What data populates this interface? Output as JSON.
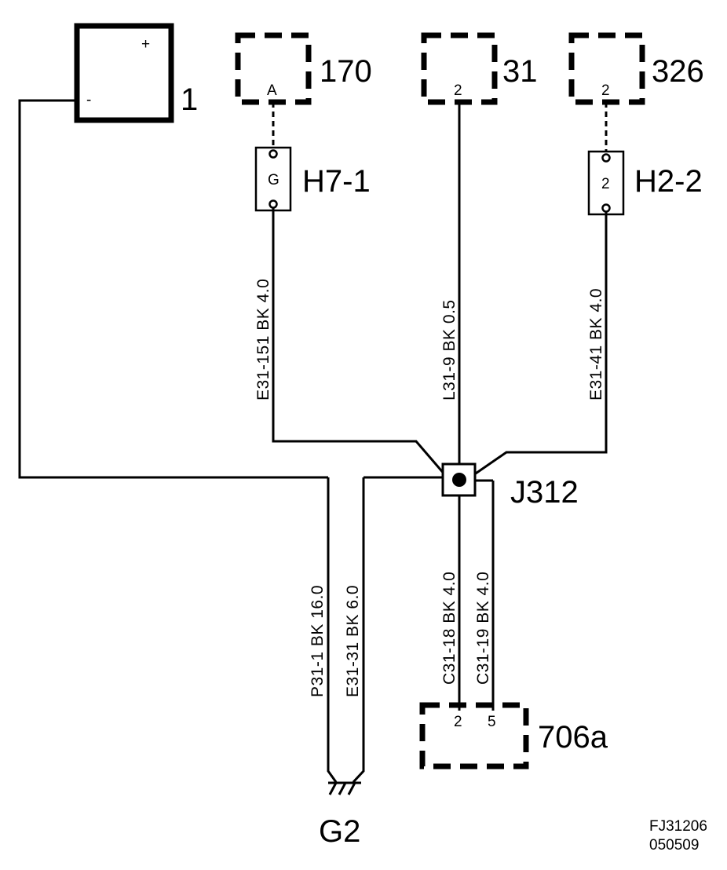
{
  "battery": {
    "id": "1",
    "plus": "+",
    "minus": "-"
  },
  "connectors": {
    "c170": {
      "id": "170",
      "pin": "A"
    },
    "c31": {
      "id": "31",
      "pin": "2"
    },
    "c326": {
      "id": "326",
      "pin": "2"
    },
    "c706a": {
      "id": "706a",
      "pin_a": "2",
      "pin_b": "5"
    }
  },
  "fuses": {
    "h71": {
      "id": "H7-1",
      "letter": "G"
    },
    "h22": {
      "id": "H2-2",
      "letter": "2"
    }
  },
  "splice": {
    "id": "J312"
  },
  "ground": {
    "id": "G2"
  },
  "wires": {
    "w_e31_151": "E31-151 BK 4.0",
    "w_l31_9": "L31-9 BK 0.5",
    "w_e31_41": "E31-41 BK 4.0",
    "w_c31_18": "C31-18 BK 4.0",
    "w_c31_19": "C31-19 BK 4.0",
    "w_p31_1": "P31-1 BK 16.0",
    "w_e31_31": "E31-31 BK 6.0"
  },
  "figure_code": {
    "line1": "FJ31206",
    "line2": "050509"
  }
}
